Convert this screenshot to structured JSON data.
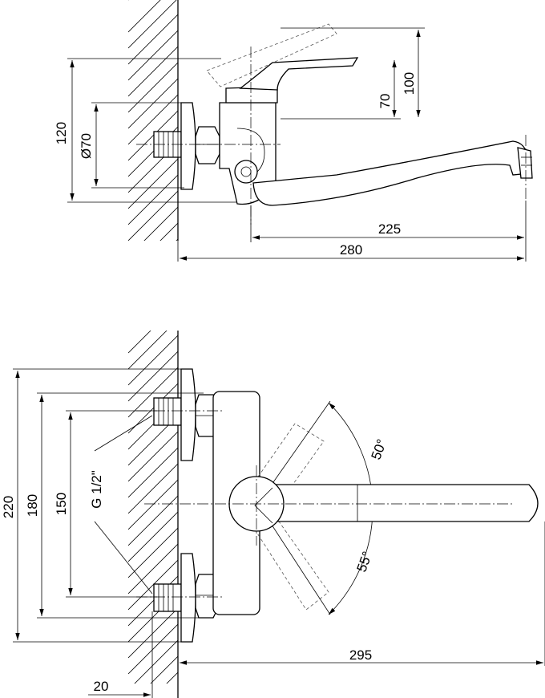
{
  "side_view": {
    "dims": {
      "d120": "120",
      "d70dia": "Ø70",
      "d70": "70",
      "d100": "100",
      "d225": "225",
      "d280": "280"
    }
  },
  "top_view": {
    "dims": {
      "d220": "220",
      "d180": "180",
      "d150": "150",
      "thread": "G 1/2\"",
      "angle50": "50°",
      "angle55": "55°",
      "d295": "295",
      "d20": "20"
    }
  }
}
